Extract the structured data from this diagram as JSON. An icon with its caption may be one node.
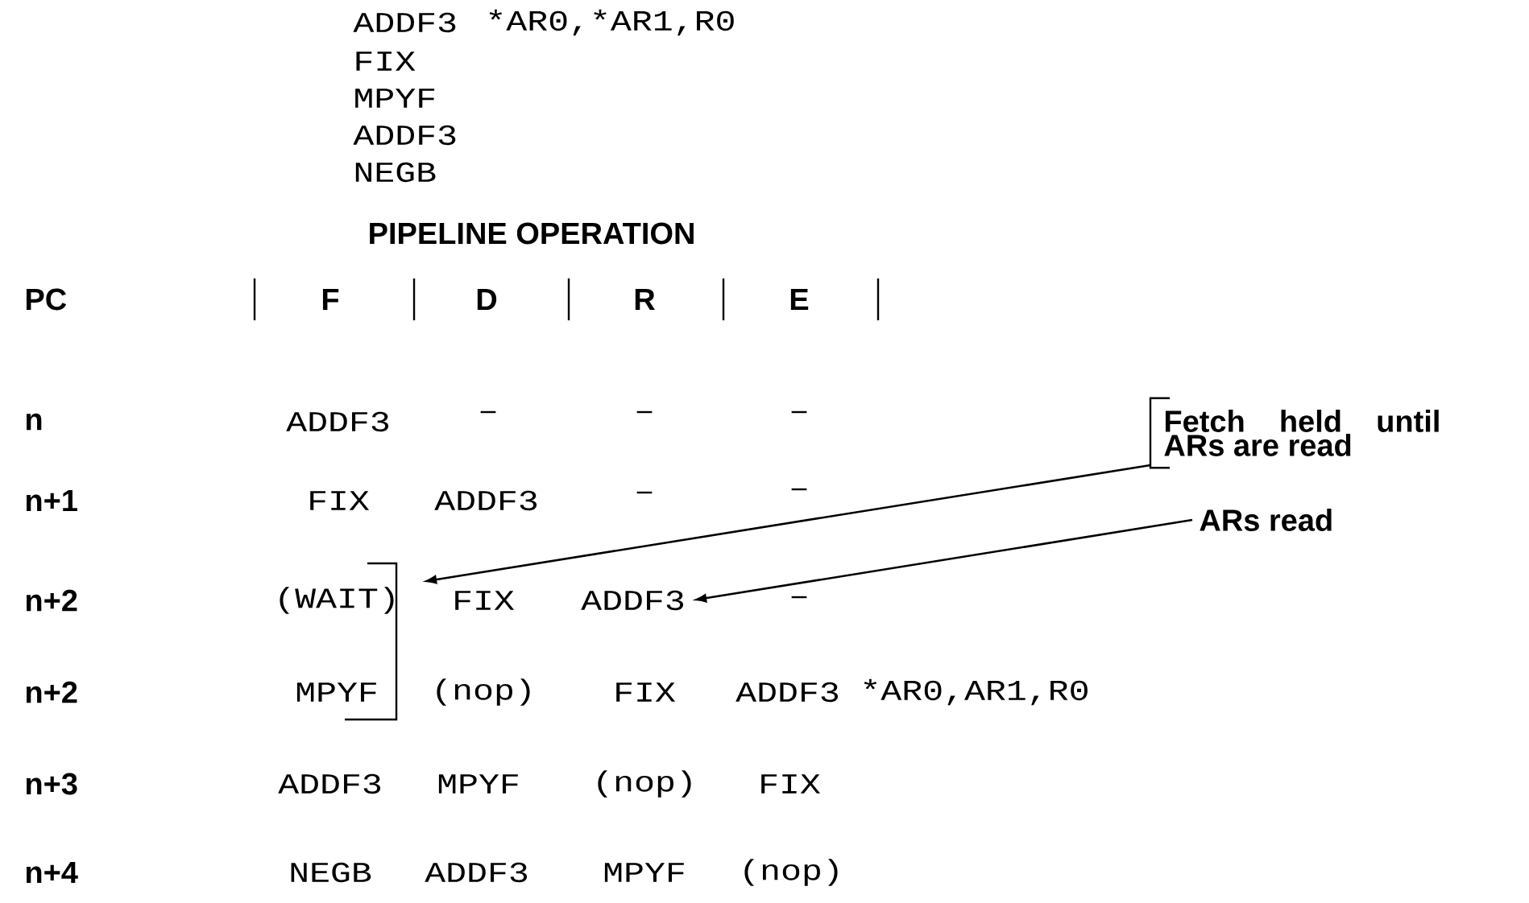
{
  "diagram": {
    "title": "PIPELINE OPERATION",
    "nodes": [
      {
        "text": [
          "Fetch held until ARs are read"
        ]
      },
      {
        "text": [
          "ARs read"
        ]
      },
      {
        "text": [
          "(WAIT)"
        ]
      },
      {
        "text": [
          "ADDF3"
        ]
      }
    ],
    "edges": [
      {
        "from": 0,
        "to": 2,
        "arrow": "to"
      },
      {
        "from": 1,
        "to": 3,
        "arrow": "to"
      }
    ],
    "labels": [
      "ADDF3",
      "*AR0,*AR1,R0",
      "FIX",
      "MPYF",
      "ADDF3",
      "NEGB",
      "PC",
      "F",
      "D",
      "R",
      "E",
      "n",
      "ADDF3",
      "–",
      "–",
      "–",
      "n+1",
      "FIX",
      "ADDF3",
      "–",
      "–",
      "n+2",
      "FIX",
      "–",
      "n+2",
      "MPYF",
      "(nop)",
      "FIX",
      "ADDF3",
      "*AR0,AR1,R0",
      "n+3",
      "ADDF3",
      "MPYF",
      "(nop)",
      "FIX",
      "n+4",
      "NEGB",
      "ADDF3",
      "MPYF",
      "(nop)"
    ]
  }
}
